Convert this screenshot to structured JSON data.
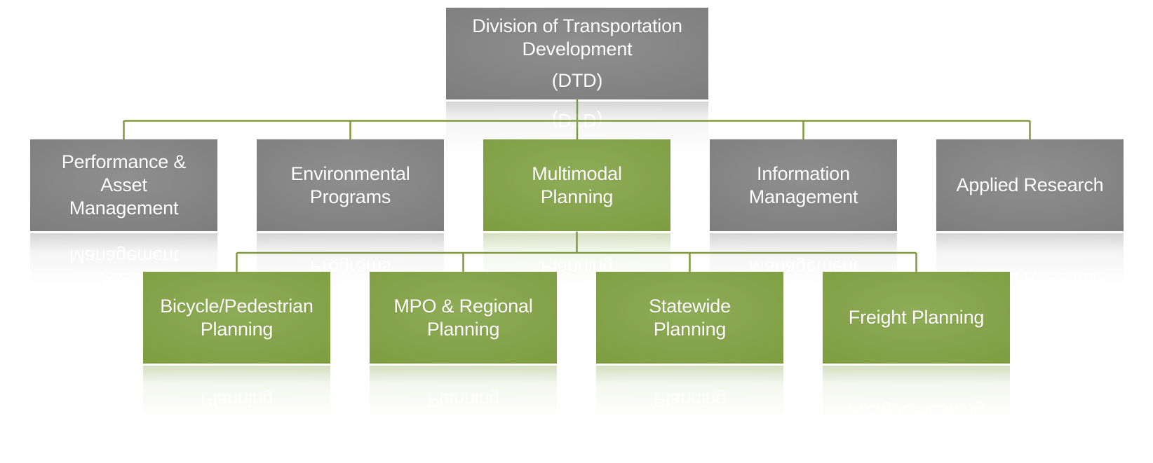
{
  "diagram": {
    "type": "org-chart",
    "root": {
      "label": "Division of Transportation\nDevelopment",
      "abbr": "(DTD)"
    },
    "level2": [
      {
        "label": "Performance &\nAsset\nManagement"
      },
      {
        "label": "Environmental\nPrograms"
      },
      {
        "label": "Multimodal\nPlanning"
      },
      {
        "label": "Information\nManagement"
      },
      {
        "label": "Applied Research"
      }
    ],
    "level3": [
      {
        "label": "Bicycle/Pedestrian\nPlanning"
      },
      {
        "label": "MPO & Regional\nPlanning"
      },
      {
        "label": "Statewide\nPlanning"
      },
      {
        "label": "Freight Planning"
      }
    ]
  },
  "colors": {
    "gray_box": "#7f7f7f",
    "gray_box_light": "#8f8f8f",
    "gray_box_dark": "#6a6a6a",
    "green_box": "#809e42",
    "green_box_light": "#8fac58",
    "green_box_dark": "#6f8c31",
    "connector": "#7e9c3e",
    "text": "#ffffff"
  }
}
